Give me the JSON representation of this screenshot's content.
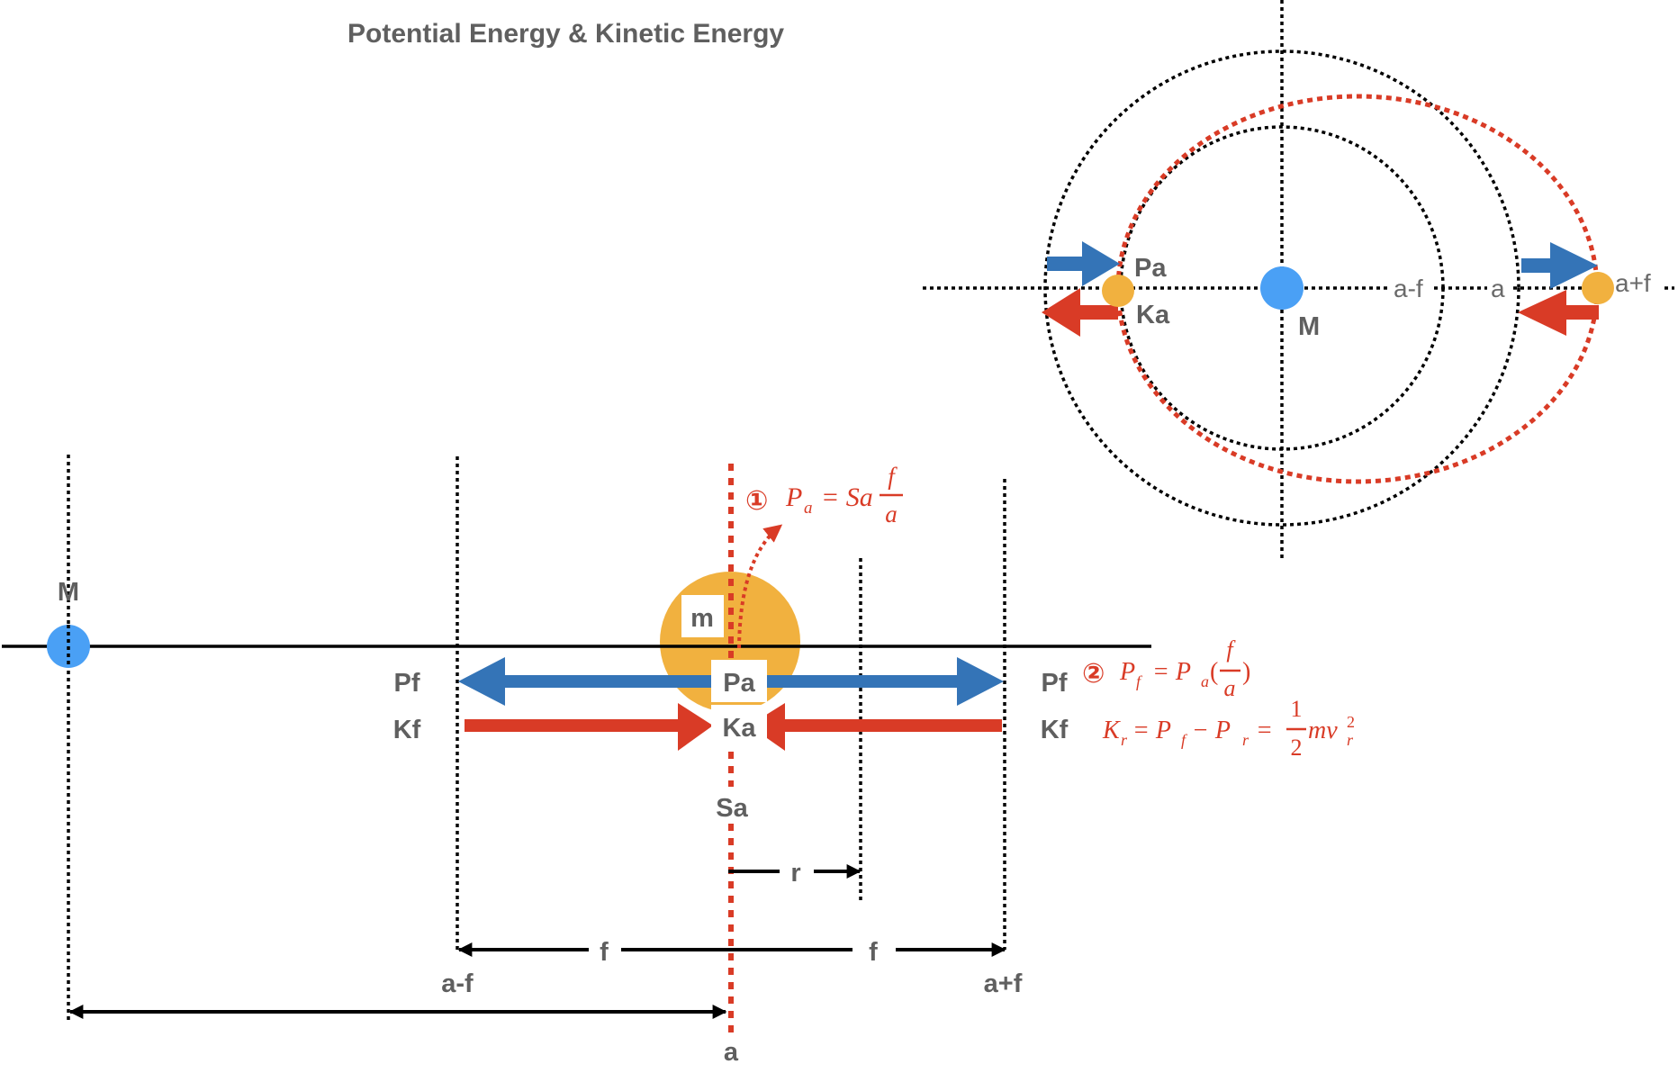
{
  "title": "Potential Energy & Kinetic Energy",
  "colors": {
    "blue_arrow": "#3474b7",
    "red_arrow": "#d93b26",
    "mass_orange": "#f1b13f",
    "central_blue": "#4aa0f5",
    "label_gray": "#5f5f5f",
    "orbit_red": "#d93b26",
    "line_black": "#000000"
  },
  "linear_diagram": {
    "central_mass_label": "M",
    "orbiting_mass_label": "m",
    "potential_center_label": "Pa",
    "kinetic_center_label": "Ka",
    "potential_left_label": "Pf",
    "potential_right_label": "Pf",
    "kinetic_left_label": "Kf",
    "kinetic_right_label": "Kf",
    "sa_label": "Sa",
    "r_label": "r",
    "f_left_label": "f",
    "f_right_label": "f",
    "a_minus_f_label": "a-f",
    "a_plus_f_label": "a+f",
    "a_label": "a",
    "equation1": {
      "marker": "①",
      "lhs": "P",
      "lhs_sub": "a",
      "rhs_prefix": "= Sa",
      "frac_num": "f",
      "frac_den": "a"
    },
    "equation2": {
      "marker": "②",
      "lhs": "P",
      "lhs_sub": "f",
      "eq": "= P",
      "eq_sub": "a",
      "open_paren": "(",
      "frac_num": "f",
      "frac_den": "a",
      "close_paren": ")"
    },
    "equation3": {
      "k": "K",
      "k_sub": "r",
      "eq1": "= P",
      "p1_sub": "f",
      "minus": "− P",
      "p2_sub": "r",
      "eq2": "=",
      "frac_num": "1",
      "frac_den": "2",
      "tail": "mv",
      "tail_sub": "r",
      "tail_sup": "2"
    }
  },
  "orbit_diagram": {
    "central_mass_label": "M",
    "pa_label": "Pa",
    "ka_label": "Ka",
    "a_minus_f_label": "a-f",
    "a_label": "a",
    "a_plus_f_label": "a+f"
  }
}
